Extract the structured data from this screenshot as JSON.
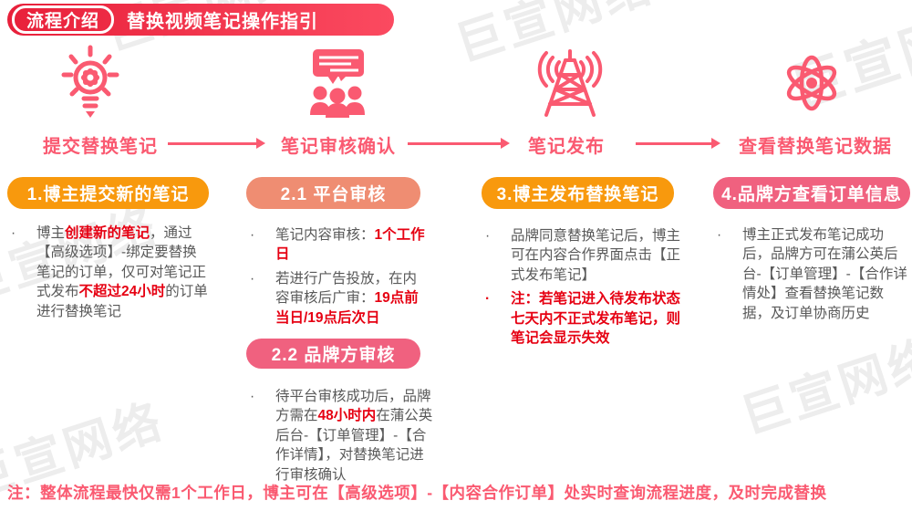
{
  "header": {
    "badge": "流程介绍",
    "title": "替换视频笔记操作指引"
  },
  "watermark": {
    "text": "巨宣网络"
  },
  "steps": [
    {
      "icon": "lightbulb-gear-icon",
      "title": "提交替换笔记"
    },
    {
      "icon": "meeting-presentation-icon",
      "title": "笔记审核确认"
    },
    {
      "icon": "broadcast-tower-icon",
      "title": "笔记发布"
    },
    {
      "icon": "atom-icon",
      "title": "查看替换笔记数据"
    }
  ],
  "cards": {
    "card1": {
      "header": "1.博主提交新的笔记",
      "bullets": [
        {
          "segments": [
            {
              "t": "博主"
            },
            {
              "t": "创建新的笔记",
              "hl": true
            },
            {
              "t": "，通过【高级选项】-绑定要替换笔记的订单，仅可对笔记正式发布"
            },
            {
              "t": "不超过24小时",
              "hl": true
            },
            {
              "t": "的订单进行替换笔记"
            }
          ]
        }
      ]
    },
    "card2a": {
      "header": "2.1 平台审核",
      "bullets": [
        {
          "segments": [
            {
              "t": "笔记内容审核："
            },
            {
              "t": "1个工作日",
              "hl": true
            }
          ]
        },
        {
          "segments": [
            {
              "t": "若进行广告投放，在内容审核后广审："
            },
            {
              "t": "19点前当日/19点后次日",
              "hl": true
            }
          ]
        }
      ]
    },
    "card2b": {
      "header": "2.2 品牌方审核",
      "bullets": [
        {
          "segments": [
            {
              "t": "待平台审核成功后，品牌方需在"
            },
            {
              "t": "48小时内",
              "hl": true
            },
            {
              "t": "在蒲公英后台-【订单管理】-【合作详情】，对替换笔记进行审核确认"
            }
          ]
        }
      ]
    },
    "card3": {
      "header": "3.博主发布替换笔记",
      "bullets": [
        {
          "segments": [
            {
              "t": "品牌同意替换笔记后，博主可在内容合作界面点击【正式发布笔记】"
            }
          ]
        },
        {
          "red": true,
          "segments": [
            {
              "t": "注：若笔记进入待发布状态七天内不正式发布笔记，则笔记会显示失效",
              "hl": true
            }
          ]
        }
      ]
    },
    "card4": {
      "header": "4.品牌方查看订单信息",
      "bullets": [
        {
          "segments": [
            {
              "t": "博主正式发布笔记成功后，品牌方可在蒲公英后台-【订单管理】-【合作详情处】查看替换笔记数据，及订单协商历史"
            }
          ]
        }
      ]
    }
  },
  "note": {
    "text": "注：整体流程最快仅需1个工作日，博主可在【高级选项】-【内容合作订单】处实时查询流程进度，及时完成替换"
  },
  "colors": {
    "accent_pink": "#fa5a71",
    "banner_left": "#e8203a",
    "banner_right": "#fb4a60",
    "box_orange": "#f8990d",
    "box_salmon": "#ef8d72",
    "box_pink": "#f0617f",
    "highlight_red": "#e60012",
    "body_gray": "#595959",
    "watermark_gray": "#ededed"
  }
}
